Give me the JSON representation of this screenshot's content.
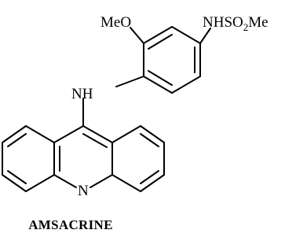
{
  "molecule": {
    "name": "AMSACRINE",
    "labels": {
      "methoxy": "MeO",
      "amine_bridge": "NH",
      "sulfonamide_prefix": "NHSO",
      "sulfonamide_sub": "2",
      "sulfonamide_suffix": "Me",
      "ring_nitrogen": "N"
    }
  },
  "colors": {
    "bond": "#000000",
    "text": "#000000",
    "background": "#ffffff"
  }
}
